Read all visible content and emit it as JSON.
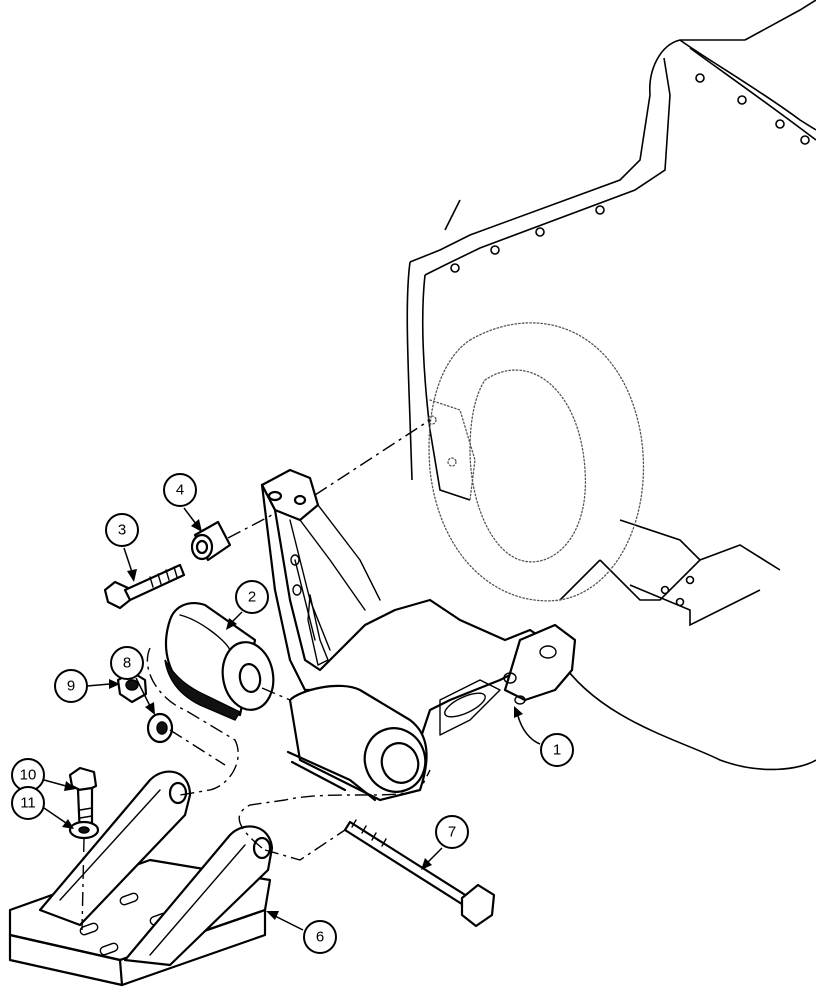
{
  "callouts": [
    {
      "id": "1",
      "label": "1"
    },
    {
      "id": "2",
      "label": "2"
    },
    {
      "id": "3",
      "label": "3"
    },
    {
      "id": "4",
      "label": "4"
    },
    {
      "id": "6",
      "label": "6"
    },
    {
      "id": "7",
      "label": "7"
    },
    {
      "id": "8",
      "label": "8"
    },
    {
      "id": "9",
      "label": "9"
    },
    {
      "id": "10",
      "label": "10"
    },
    {
      "id": "11",
      "label": "11"
    }
  ]
}
